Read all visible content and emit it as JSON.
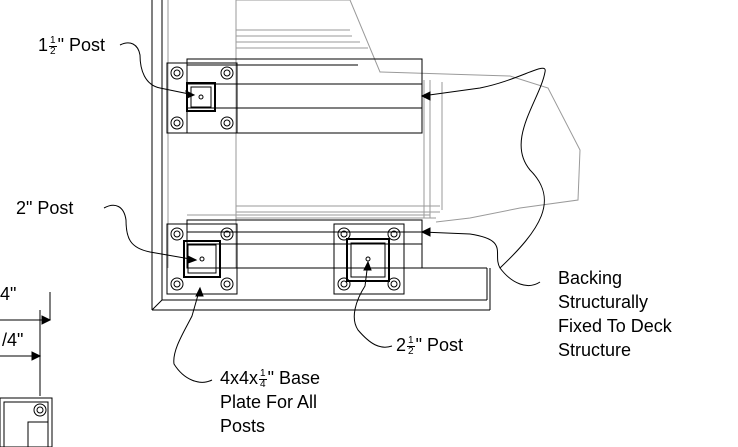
{
  "labels": {
    "post_1_5": {
      "whole": "1",
      "num": "1",
      "den": "2",
      "suffix": "\" Post"
    },
    "post_2": {
      "text": "2\" Post"
    },
    "post_2_5": {
      "whole": "2",
      "num": "1",
      "den": "2",
      "suffix": "\" Post"
    },
    "base_plate": {
      "prefix": "4x4x",
      "num": "1",
      "den": "4",
      "suffix": "\" Base",
      "line2": "Plate For All",
      "line3": "Posts"
    },
    "backing": {
      "line1": "Backing",
      "line2": "Structurally",
      "line3": "Fixed To Deck",
      "line4": "Structure"
    }
  },
  "cut_text": {
    "top": "4\"",
    "mid": "/4\""
  }
}
